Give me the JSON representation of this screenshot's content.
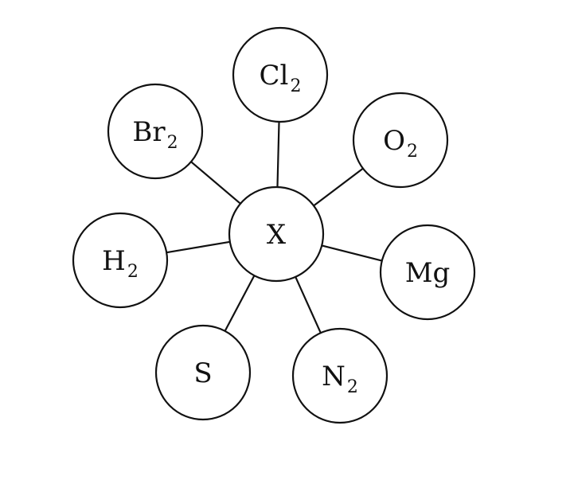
{
  "diagram": {
    "center": {
      "id": "X",
      "label": "X",
      "sub": ""
    },
    "nodes": [
      {
        "id": "Cl2",
        "label": "Cl",
        "sub": "2"
      },
      {
        "id": "O2",
        "label": "O",
        "sub": "2"
      },
      {
        "id": "Mg",
        "label": "Mg",
        "sub": ""
      },
      {
        "id": "N2",
        "label": "N",
        "sub": "2"
      },
      {
        "id": "S",
        "label": "S",
        "sub": ""
      },
      {
        "id": "H2",
        "label": "H",
        "sub": "2"
      },
      {
        "id": "Br2",
        "label": "Br",
        "sub": "2"
      }
    ],
    "colors": {
      "stroke": "#111111",
      "fill": "#ffffff"
    }
  }
}
